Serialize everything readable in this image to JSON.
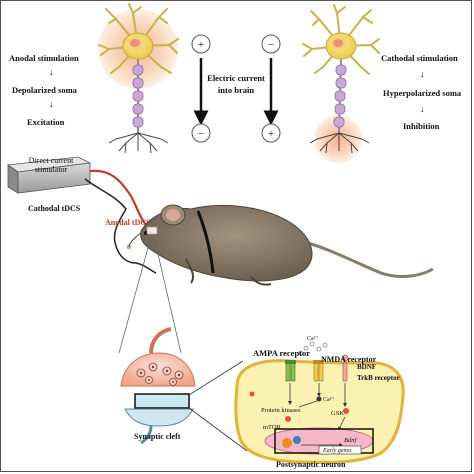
{
  "top": {
    "left_steps": [
      "Anodal stimulation",
      "Depolarized soma",
      "Excitation"
    ],
    "right_steps": [
      "Cathodal stimulation",
      "Hyperpolarized soma",
      "Inhibition"
    ],
    "current_label_line1": "Electric current",
    "current_label_line2": "into brain",
    "signs": {
      "plus": "+",
      "minus": "−"
    }
  },
  "device": {
    "label_line1": "Direct current",
    "label_line2": "stimulator"
  },
  "mouse": {
    "cathodal_label": "Cathodal tDCS",
    "anodal_label": "Anodal tDCS"
  },
  "synapse": {
    "cleft_label": "Synaptic cleft",
    "ampa_label": "AMPA receptor",
    "nmda_label": "NMDA receptor",
    "bdnf_label": "BDNF",
    "trkb_label": "TrkB receptor",
    "ca_label": "Ca²⁺",
    "ca_inner_label": "Ca²⁺",
    "protein_kinases_label": "Protein kinases",
    "mtor_label": "mTOR",
    "gsk_label": "GSK",
    "bdnf_gene_label": "Bdnf",
    "early_genes_label": "Early genes",
    "neuron_label": "Postsynaptic neuron"
  },
  "colors": {
    "anode_wire": "#c0392b",
    "cathode_wire": "#222222",
    "mouse_body": "#8a7b68",
    "neuron_body": "#f2df6b",
    "glow": "#f7c9a3",
    "axon": "#c9a7d6",
    "postsynaptic_fill": "#fbf1b0",
    "postsynaptic_border": "#e2b23a",
    "nucleus": "#f4b8c8"
  }
}
